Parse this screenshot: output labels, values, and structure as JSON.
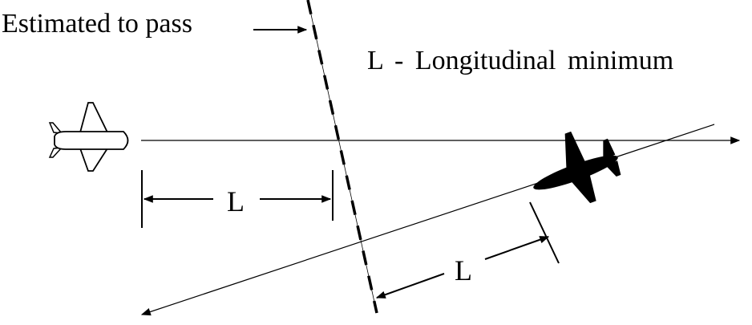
{
  "annotation": {
    "text": "Estimated to pass"
  },
  "legend": {
    "text": "L - Longitudinal minimum"
  },
  "distances": {
    "upper_label": "L",
    "lower_label": "L"
  },
  "icons": {
    "aircraft_left": "white-airplane-icon",
    "aircraft_right": "black-airplane-icon"
  }
}
